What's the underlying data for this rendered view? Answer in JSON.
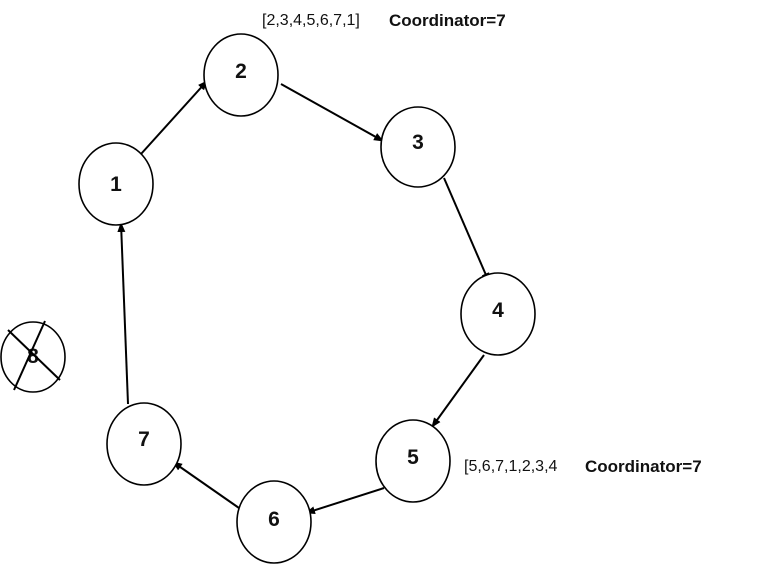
{
  "nodes": [
    {
      "id": "1",
      "label": "1"
    },
    {
      "id": "2",
      "label": "2"
    },
    {
      "id": "3",
      "label": "3"
    },
    {
      "id": "4",
      "label": "4"
    },
    {
      "id": "5",
      "label": "5"
    },
    {
      "id": "6",
      "label": "6"
    },
    {
      "id": "7",
      "label": "7"
    },
    {
      "id": "8",
      "label": "8",
      "status": "crashed"
    }
  ],
  "edges": [
    {
      "from": "1",
      "to": "2"
    },
    {
      "from": "2",
      "to": "3"
    },
    {
      "from": "3",
      "to": "4"
    },
    {
      "from": "4",
      "to": "5"
    },
    {
      "from": "5",
      "to": "6"
    },
    {
      "from": "6",
      "to": "7"
    },
    {
      "from": "7",
      "to": "1"
    }
  ],
  "annotations": {
    "top": {
      "list": "[2,3,4,5,6,7,1]",
      "coordinator": "Coordinator=7"
    },
    "right": {
      "list": "[5,6,7,1,2,3,4",
      "coordinator": "Coordinator=7"
    }
  },
  "colors": {
    "stroke": "#000000",
    "fill": "#ffffff",
    "text": "#111111"
  }
}
